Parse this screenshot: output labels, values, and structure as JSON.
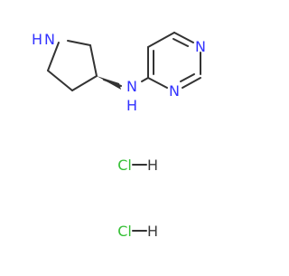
{
  "molecule": {
    "atoms": {
      "pyrrolidine_nh": "N",
      "pyrrolidine_h": "H",
      "amine_n": "N",
      "amine_h": "H",
      "pyrimidine_n1": "N",
      "pyrimidine_n3": "N"
    },
    "salts": [
      {
        "cl": "Cl",
        "h": "H"
      },
      {
        "cl": "Cl",
        "h": "H"
      }
    ]
  },
  "colors": {
    "nitrogen": "#3232ff",
    "chlorine": "#36c036",
    "hydrogen": "#3a3a3a",
    "bond": "#333333",
    "background": "#ffffff"
  }
}
